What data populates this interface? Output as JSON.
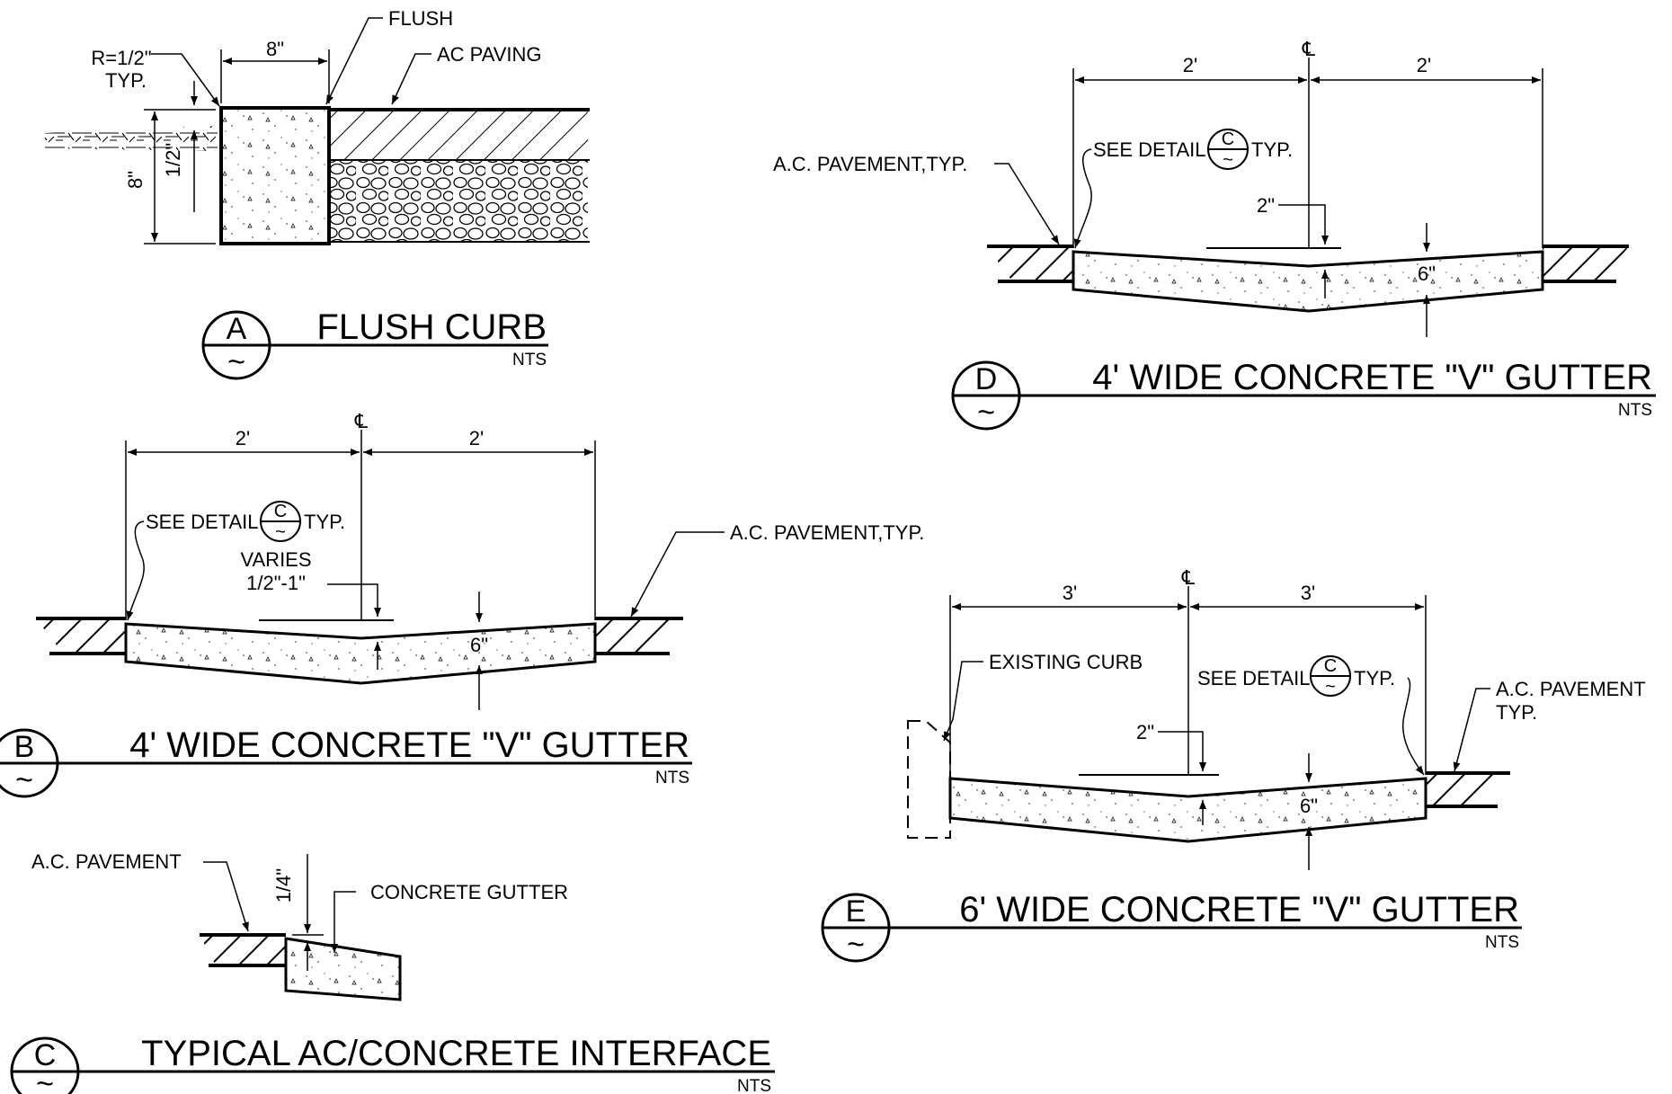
{
  "details": {
    "a": {
      "letter": "A",
      "sheet_symbol": "~",
      "title": "FLUSH CURB",
      "scale": "NTS",
      "notes": {
        "radius_1": "R=1/2\"",
        "radius_2": "TYP.",
        "flush": "FLUSH",
        "paving": "AC PAVING"
      },
      "dims": {
        "width": "8\"",
        "height": "8\"",
        "reveal": "1/2\""
      }
    },
    "b": {
      "letter": "B",
      "sheet_symbol": "~",
      "title": "4' WIDE CONCRETE \"V\" GUTTER",
      "scale": "NTS",
      "centerline": "℄",
      "notes": {
        "see_detail": "SEE DETAIL",
        "ref_letter": "C",
        "ref_sheet": "~",
        "typ": "TYP.",
        "varies_1": "VARIES",
        "varies_2": "1/2\"-1\"",
        "pavement": "A.C. PAVEMENT,TYP."
      },
      "dims": {
        "left": "2'",
        "right": "2'",
        "thickness": "6\""
      }
    },
    "c": {
      "letter": "C",
      "sheet_symbol": "~",
      "title": "TYPICAL AC/CONCRETE INTERFACE",
      "scale": "NTS",
      "notes": {
        "pavement": "A.C. PAVEMENT",
        "gutter": "CONCRETE GUTTER"
      },
      "dims": {
        "lip": "1/4\""
      }
    },
    "d": {
      "letter": "D",
      "sheet_symbol": "~",
      "title": "4' WIDE CONCRETE \"V\" GUTTER",
      "scale": "NTS",
      "centerline": "℄",
      "notes": {
        "pavement": "A.C. PAVEMENT,TYP.",
        "see_detail": "SEE DETAIL",
        "ref_letter": "C",
        "ref_sheet": "~",
        "typ": "TYP.",
        "depth": "2\""
      },
      "dims": {
        "left": "2'",
        "right": "2'",
        "thickness": "6\""
      }
    },
    "e": {
      "letter": "E",
      "sheet_symbol": "~",
      "title": "6' WIDE CONCRETE \"V\" GUTTER",
      "scale": "NTS",
      "centerline": "℄",
      "notes": {
        "existing_curb": "EXISTING CURB",
        "see_detail": "SEE DETAIL",
        "ref_letter": "C",
        "ref_sheet": "~",
        "typ": "TYP.",
        "pavement_1": "A.C. PAVEMENT",
        "pavement_2": "TYP.",
        "depth": "2\""
      },
      "dims": {
        "left": "3'",
        "right": "3'",
        "thickness": "6\""
      }
    }
  }
}
